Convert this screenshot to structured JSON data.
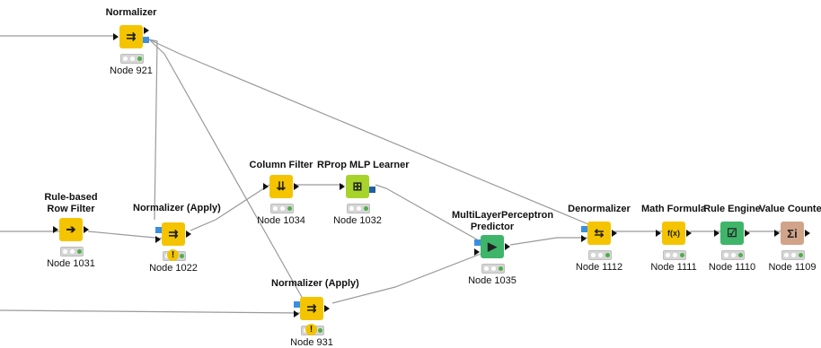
{
  "colors": {
    "manipulator": "#f5c400",
    "learner": "#a7d32a",
    "predictor": "#3fb56a",
    "rule_engine": "#3fb56a",
    "value_counter": "#d1a48a",
    "model_port": "#3c8fe0",
    "data_port": "#111111",
    "edge": "#9a9a9a",
    "status_ok": "#4fae48"
  },
  "nodes": [
    {
      "title": "Normalizer",
      "label": "Node 921",
      "icon": "normalizer-icon",
      "glyph": "⇉",
      "color": "manipulator",
      "warning": false
    },
    {
      "title": "Rule-based\nRow Filter",
      "label": "Node 1031",
      "icon": "row-filter-icon",
      "glyph": "➔",
      "color": "manipulator",
      "warning": false
    },
    {
      "title": "Normalizer (Apply)",
      "label": "Node 1022",
      "icon": "normalizer-apply-icon",
      "glyph": "⇉",
      "color": "manipulator",
      "warning": true
    },
    {
      "title": "Column Filter",
      "label": "Node 1034",
      "icon": "column-filter-icon",
      "glyph": "⇊",
      "color": "manipulator",
      "warning": false
    },
    {
      "title": "RProp MLP Learner",
      "label": "Node 1032",
      "icon": "mlp-learner-icon",
      "glyph": "⊞",
      "color": "learner",
      "warning": false
    },
    {
      "title": "MultiLayerPerceptron\nPredictor",
      "label": "Node 1035",
      "icon": "predictor-icon",
      "glyph": "▶",
      "color": "predictor",
      "warning": false
    },
    {
      "title": "Normalizer (Apply)",
      "label": "Node 931",
      "icon": "normalizer-apply-icon",
      "glyph": "⇉",
      "color": "manipulator",
      "warning": true
    },
    {
      "title": "Denormalizer",
      "label": "Node 1112",
      "icon": "denormalizer-icon",
      "glyph": "⇆",
      "color": "manipulator",
      "warning": false
    },
    {
      "title": "Math Formula",
      "label": "Node 1111",
      "icon": "math-formula-icon",
      "glyph": "f(x)",
      "color": "manipulator",
      "warning": false
    },
    {
      "title": "Rule Engine",
      "label": "Node 1110",
      "icon": "rule-engine-icon",
      "glyph": "☑",
      "color": "rule_engine",
      "warning": false
    },
    {
      "title": "Value Counter",
      "label": "Node 1109",
      "icon": "value-counter-icon",
      "glyph": "Σi",
      "color": "value_counter",
      "warning": false
    }
  ],
  "warning_glyph": "!"
}
